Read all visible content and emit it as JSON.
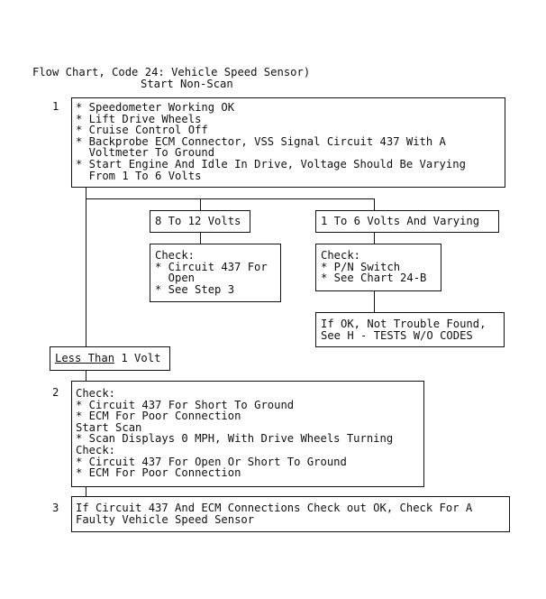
{
  "title": {
    "line1": "Flow Chart, Code 24: Vehicle Speed Sensor)",
    "line2": "Start Non-Scan"
  },
  "steps": {
    "s1": {
      "number": "1",
      "lines": [
        "* Speedometer Working OK",
        "* Lift Drive Wheels",
        "* Cruise Control Off",
        "* Backprobe ECM Connector, VSS Signal Circuit 437 With A",
        "  Voltmeter To Ground",
        "* Start Engine And Idle In Drive, Voltage Should Be Varying",
        "  From 1 To 6 Volts"
      ]
    },
    "s2": {
      "number": "2",
      "lines": [
        "Check:",
        "* Circuit 437 For Short To Ground",
        "* ECM For Poor Connection",
        "Start Scan",
        "* Scan Displays 0 MPH, With Drive Wheels Turning",
        "Check:",
        "* Circuit 437 For Open Or Short To Ground",
        "* ECM For Poor Connection"
      ]
    },
    "s3": {
      "number": "3",
      "lines": [
        "If Circuit 437 And ECM Connections Check out OK, Check For A",
        "Faulty Vehicle Speed Sensor"
      ]
    }
  },
  "branches": {
    "high": {
      "label": "8 To 12 Volts",
      "check_lines": [
        "Check:",
        "* Circuit 437 For",
        "  Open",
        "* See Step 3"
      ]
    },
    "varying": {
      "label": "1 To 6 Volts And Varying",
      "check_lines": [
        "Check:",
        "* P/N Switch",
        "* See Chart 24-B"
      ],
      "result_lines": [
        "If OK, Not Trouble Found,",
        "See H - TESTS W/O CODES"
      ]
    },
    "low": {
      "label_underlined": "Less Than",
      "label_rest": " 1 Volt"
    }
  }
}
